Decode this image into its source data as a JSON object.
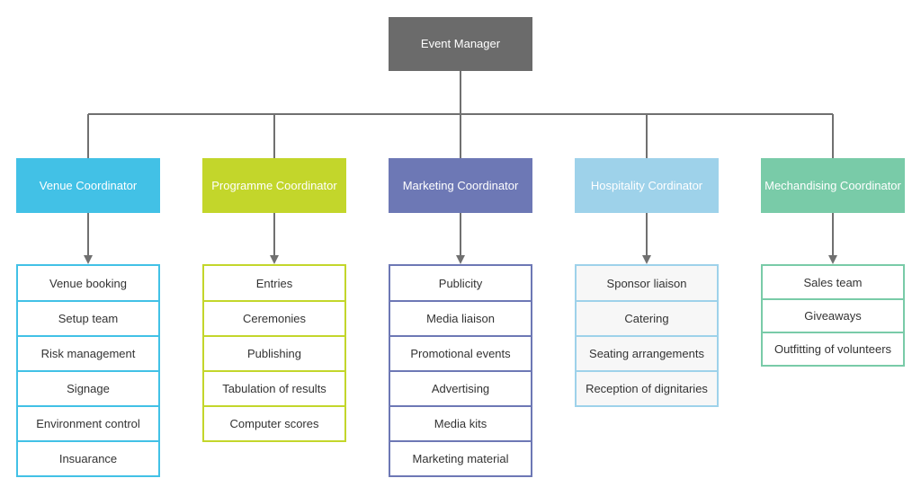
{
  "root": {
    "label": "Event Manager",
    "color": "#6b6b6b"
  },
  "departments": [
    {
      "id": "venue",
      "title": "Venue Coordinator",
      "color": "#42c1e6",
      "items": [
        "Venue booking",
        "Setup team",
        "Risk management",
        "Signage",
        "Environment control",
        "Insuarance"
      ]
    },
    {
      "id": "prog",
      "title": "Programme Coordinator",
      "color": "#c3d62b",
      "items": [
        "Entries",
        "Ceremonies",
        "Publishing",
        "Tabulation of results",
        "Computer scores"
      ]
    },
    {
      "id": "mkt",
      "title": "Marketing Coordinator",
      "color": "#6d78b5",
      "items": [
        "Publicity",
        "Media liaison",
        "Promotional events",
        "Advertising",
        "Media kits",
        "Marketing material"
      ]
    },
    {
      "id": "hosp",
      "title": "Hospitality Cordinator",
      "color": "#9ed2ea",
      "items": [
        "Sponsor liaison",
        "Catering",
        "Seating arrangements",
        "Reception of dignitaries"
      ]
    },
    {
      "id": "merch",
      "title": "Mechandising Coordinator",
      "color": "#79cba8",
      "items": [
        "Sales team",
        "Giveaways",
        "Outfitting of volunteers"
      ]
    }
  ],
  "connector_color": "#707070"
}
